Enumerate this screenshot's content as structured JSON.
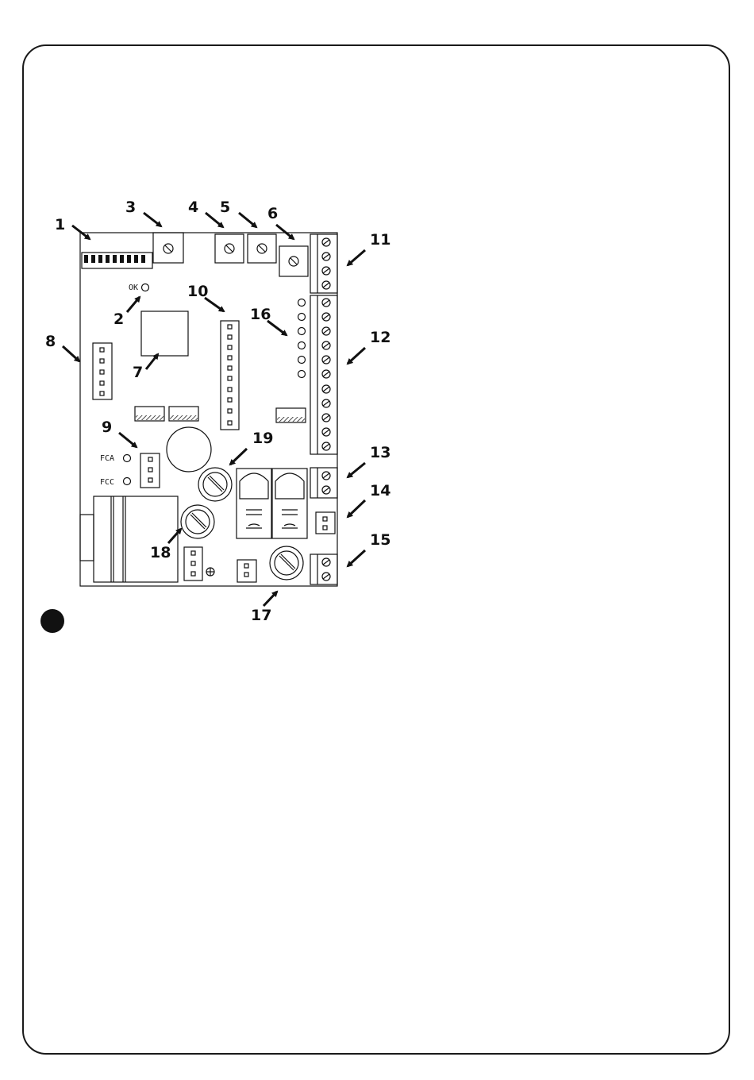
{
  "labels": {
    "c1": "1",
    "c2": "2",
    "c3": "3",
    "c4": "4",
    "c5": "5",
    "c6": "6",
    "c7": "7",
    "c8": "8",
    "c9": "9",
    "c10": "10",
    "c11": "11",
    "c12": "12",
    "c13": "13",
    "c14": "14",
    "c15": "15",
    "c16": "16",
    "c17": "17",
    "c18": "18",
    "c19": "19"
  },
  "board_text": {
    "ok": "OK",
    "fca": "FCA",
    "fcc": "FCC"
  },
  "colors": {
    "line": "#111111",
    "background": "#ffffff"
  }
}
